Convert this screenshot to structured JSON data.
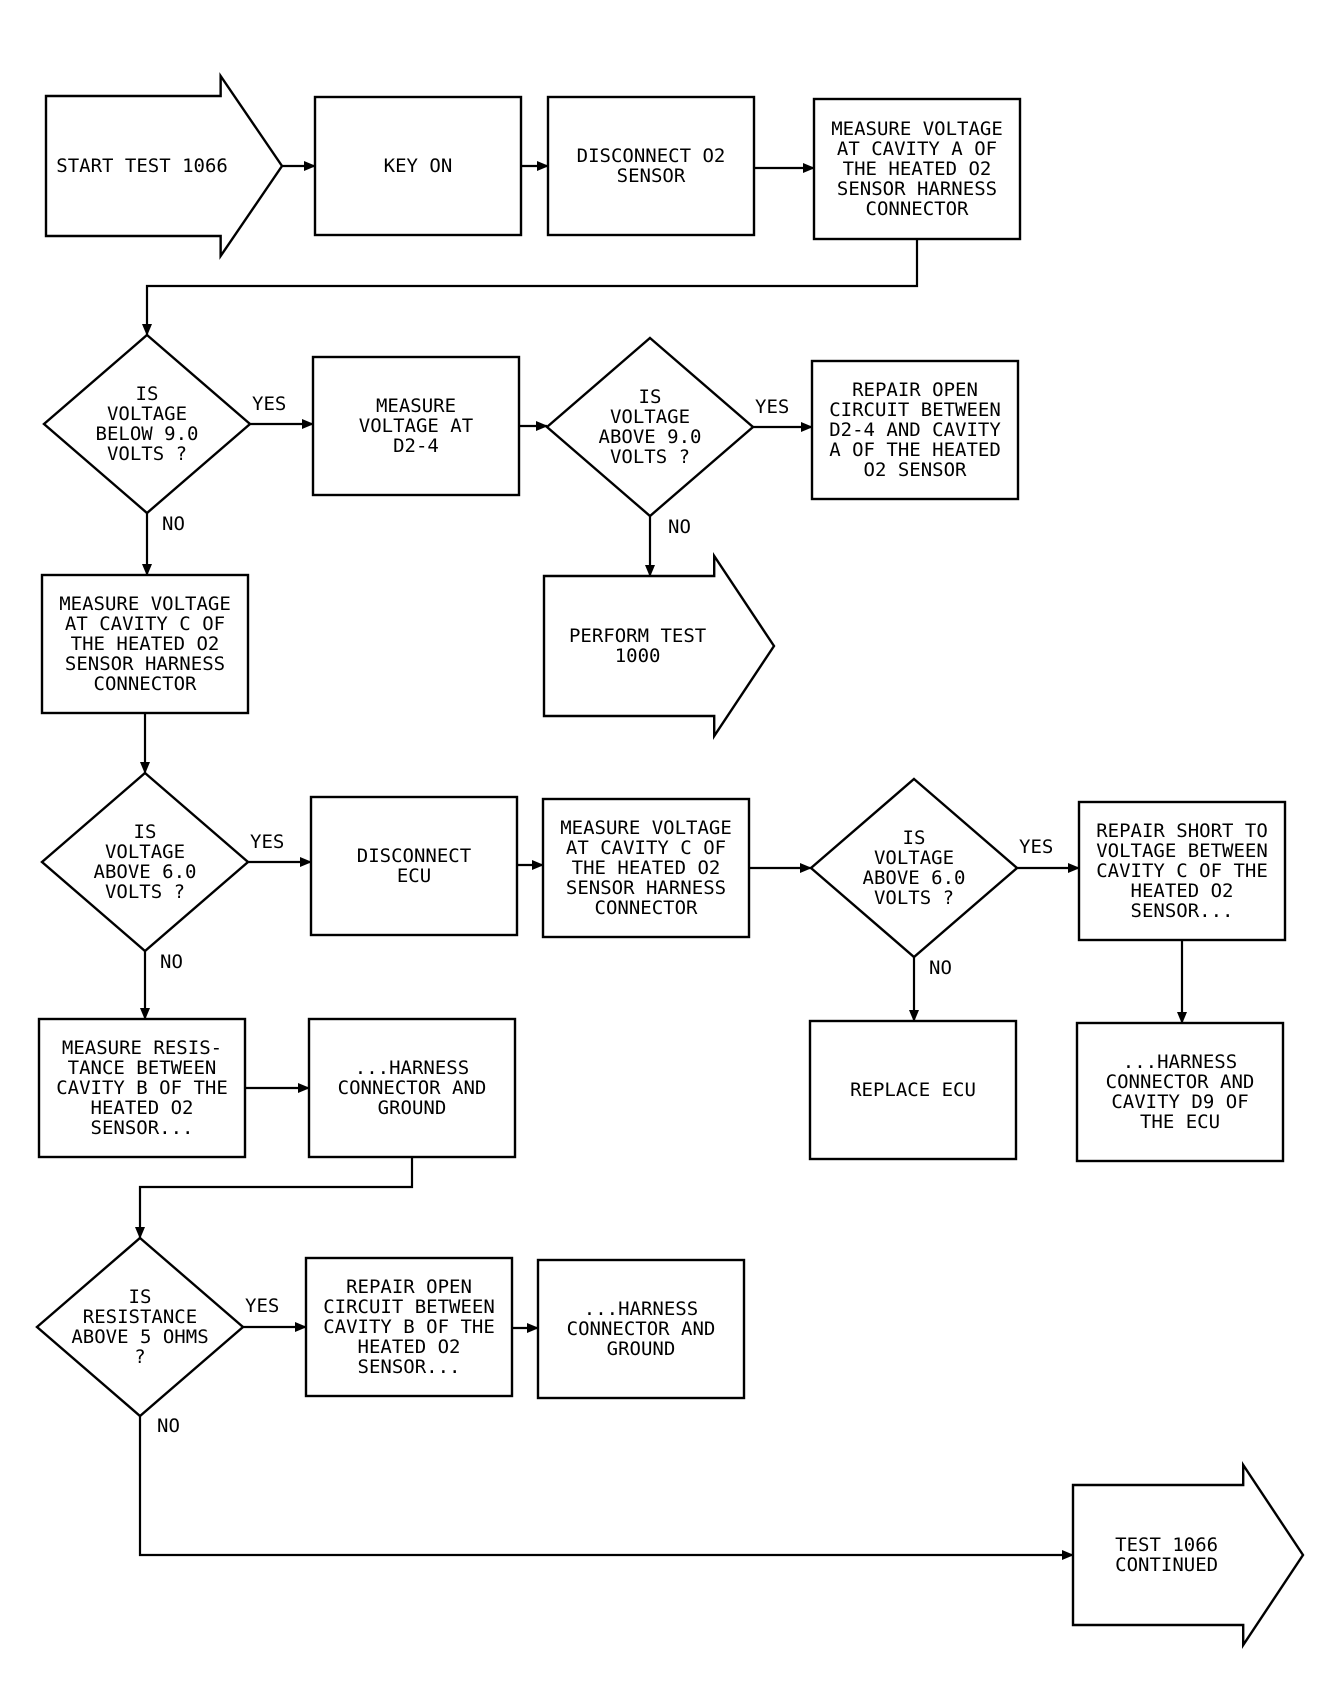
{
  "nodes": {
    "start": [
      "START TEST 1066"
    ],
    "key_on": [
      "KEY ON"
    ],
    "disconnect_o2": [
      "DISCONNECT O2",
      "SENSOR"
    ],
    "measure_a": [
      "MEASURE VOLTAGE",
      "AT CAVITY A OF",
      "THE HEATED O2",
      "SENSOR HARNESS",
      "CONNECTOR"
    ],
    "q_below_9": [
      "IS",
      "VOLTAGE",
      "BELOW 9.0",
      "VOLTS ?"
    ],
    "measure_d2_4": [
      "MEASURE",
      "VOLTAGE AT",
      "D2-4"
    ],
    "q_above_9": [
      "IS",
      "VOLTAGE",
      "ABOVE 9.0",
      "VOLTS ?"
    ],
    "repair_open_d2_4": [
      "REPAIR OPEN",
      "CIRCUIT BETWEEN",
      "D2-4 AND CAVITY",
      "A OF THE HEATED",
      "O2 SENSOR"
    ],
    "perform_1000": [
      "PERFORM TEST",
      "1000"
    ],
    "measure_c_1": [
      "MEASURE VOLTAGE",
      "AT CAVITY C OF",
      "THE HEATED O2",
      "SENSOR HARNESS",
      "CONNECTOR"
    ],
    "q_above_6_1": [
      "IS",
      "VOLTAGE",
      "ABOVE 6.0",
      "VOLTS ?"
    ],
    "disconnect_ecu": [
      "DISCONNECT",
      "ECU"
    ],
    "measure_c_2": [
      "MEASURE VOLTAGE",
      "AT CAVITY C OF",
      "THE HEATED O2",
      "SENSOR HARNESS",
      "CONNECTOR"
    ],
    "q_above_6_2": [
      "IS",
      "VOLTAGE",
      "ABOVE 6.0",
      "VOLTS ?"
    ],
    "repair_short": [
      "REPAIR SHORT TO",
      "VOLTAGE BETWEEN",
      "CAVITY C OF THE",
      "HEATED O2",
      "SENSOR..."
    ],
    "replace_ecu": [
      "REPLACE ECU"
    ],
    "harness_d9": [
      "...HARNESS",
      "CONNECTOR AND",
      "CAVITY D9 OF",
      "THE ECU"
    ],
    "measure_res": [
      "MEASURE RESIS-",
      "TANCE BETWEEN",
      "CAVITY B OF THE",
      "HEATED O2",
      "SENSOR..."
    ],
    "harness_ground_1": [
      "...HARNESS",
      "CONNECTOR AND",
      "GROUND"
    ],
    "q_res_5": [
      "IS",
      "RESISTANCE",
      "ABOVE 5 OHMS",
      "?"
    ],
    "repair_open_b": [
      "REPAIR OPEN",
      "CIRCUIT BETWEEN",
      "CAVITY B OF THE",
      "HEATED O2",
      "SENSOR..."
    ],
    "harness_ground_2": [
      "...HARNESS",
      "CONNECTOR AND",
      "GROUND"
    ],
    "continued": [
      "TEST 1066",
      "CONTINUED"
    ]
  },
  "edges": [
    {
      "from": "start",
      "to": "key_on",
      "label": ""
    },
    {
      "from": "key_on",
      "to": "disconnect_o2",
      "label": ""
    },
    {
      "from": "disconnect_o2",
      "to": "measure_a",
      "label": ""
    },
    {
      "from": "measure_a",
      "to": "q_below_9",
      "label": ""
    },
    {
      "from": "q_below_9",
      "to": "measure_d2_4",
      "label": "YES"
    },
    {
      "from": "measure_d2_4",
      "to": "q_above_9",
      "label": ""
    },
    {
      "from": "q_above_9",
      "to": "repair_open_d2_4",
      "label": "YES"
    },
    {
      "from": "q_above_9",
      "to": "perform_1000",
      "label": "NO"
    },
    {
      "from": "q_below_9",
      "to": "measure_c_1",
      "label": "NO"
    },
    {
      "from": "measure_c_1",
      "to": "q_above_6_1",
      "label": ""
    },
    {
      "from": "q_above_6_1",
      "to": "disconnect_ecu",
      "label": "YES"
    },
    {
      "from": "disconnect_ecu",
      "to": "measure_c_2",
      "label": ""
    },
    {
      "from": "measure_c_2",
      "to": "q_above_6_2",
      "label": ""
    },
    {
      "from": "q_above_6_2",
      "to": "repair_short",
      "label": "YES"
    },
    {
      "from": "q_above_6_2",
      "to": "replace_ecu",
      "label": "NO"
    },
    {
      "from": "repair_short",
      "to": "harness_d9",
      "label": ""
    },
    {
      "from": "q_above_6_1",
      "to": "measure_res",
      "label": "NO"
    },
    {
      "from": "measure_res",
      "to": "harness_ground_1",
      "label": ""
    },
    {
      "from": "harness_ground_1",
      "to": "q_res_5",
      "label": ""
    },
    {
      "from": "q_res_5",
      "to": "repair_open_b",
      "label": "YES"
    },
    {
      "from": "repair_open_b",
      "to": "harness_ground_2",
      "label": ""
    },
    {
      "from": "q_res_5",
      "to": "continued",
      "label": "NO"
    }
  ]
}
